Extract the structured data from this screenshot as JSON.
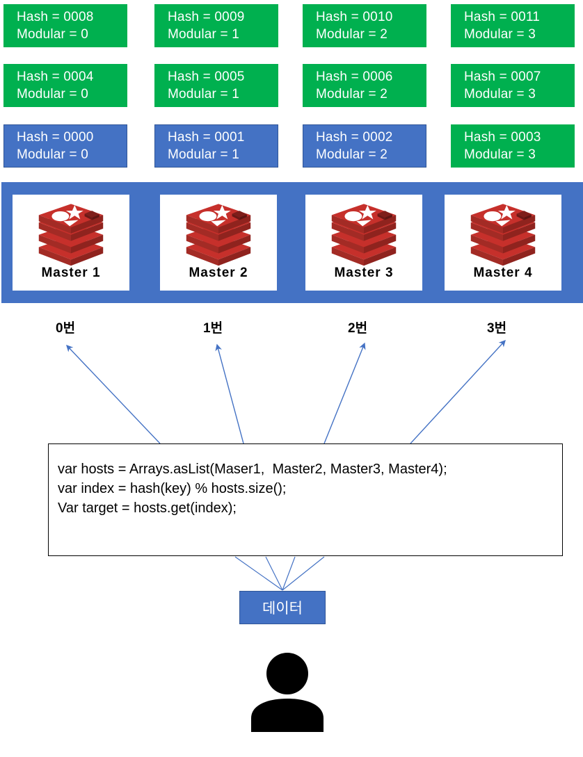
{
  "diagram": {
    "title": "Redis modular hashing distribution",
    "colors": {
      "green": "#00B04F",
      "blue": "#4472C4",
      "blue_border": "#2F5597",
      "arrow": "#4472C4",
      "redis_red": "#C6302B",
      "redis_dark": "#A32B25",
      "black": "#000000",
      "white": "#FFFFFF"
    }
  },
  "hash_cards": [
    {
      "hash_label": "Hash = 0008",
      "modular_label": "Modular = 0",
      "color": "green",
      "row": 0,
      "col": 0
    },
    {
      "hash_label": "Hash = 0009",
      "modular_label": "Modular = 1",
      "color": "green",
      "row": 0,
      "col": 1
    },
    {
      "hash_label": "Hash = 0010",
      "modular_label": "Modular = 2",
      "color": "green",
      "row": 0,
      "col": 2
    },
    {
      "hash_label": "Hash = 0011",
      "modular_label": "Modular = 3",
      "color": "green",
      "row": 0,
      "col": 3
    },
    {
      "hash_label": "Hash = 0004",
      "modular_label": "Modular = 0",
      "color": "green",
      "row": 1,
      "col": 0
    },
    {
      "hash_label": "Hash = 0005",
      "modular_label": "Modular = 1",
      "color": "green",
      "row": 1,
      "col": 1
    },
    {
      "hash_label": "Hash = 0006",
      "modular_label": "Modular = 2",
      "color": "green",
      "row": 1,
      "col": 2
    },
    {
      "hash_label": "Hash = 0007",
      "modular_label": "Modular = 3",
      "color": "green",
      "row": 1,
      "col": 3
    },
    {
      "hash_label": "Hash = 0000",
      "modular_label": "Modular = 0",
      "color": "blue",
      "row": 2,
      "col": 0
    },
    {
      "hash_label": "Hash = 0001",
      "modular_label": "Modular = 1",
      "color": "blue",
      "row": 2,
      "col": 1
    },
    {
      "hash_label": "Hash = 0002",
      "modular_label": "Modular = 2",
      "color": "blue",
      "row": 2,
      "col": 2
    },
    {
      "hash_label": "Hash = 0003",
      "modular_label": "Modular = 3",
      "color": "green",
      "row": 2,
      "col": 3
    }
  ],
  "masters": [
    {
      "label": "Master 1",
      "icon": "redis-logo-icon"
    },
    {
      "label": "Master 2",
      "icon": "redis-logo-icon"
    },
    {
      "label": "Master 3",
      "icon": "redis-logo-icon"
    },
    {
      "label": "Master 4",
      "icon": "redis-logo-icon"
    }
  ],
  "index_labels": [
    {
      "text": "0번"
    },
    {
      "text": "1번"
    },
    {
      "text": "2번"
    },
    {
      "text": "3번"
    }
  ],
  "code_box": {
    "lines": [
      "var hosts = Arrays.asList(Maser1,  Master2, Master3, Master4);",
      "var index = hash(key) % hosts.size();",
      "Var target = hosts.get(index);"
    ]
  },
  "data_box": {
    "label": "데이터"
  },
  "user": {
    "icon": "person-icon"
  }
}
